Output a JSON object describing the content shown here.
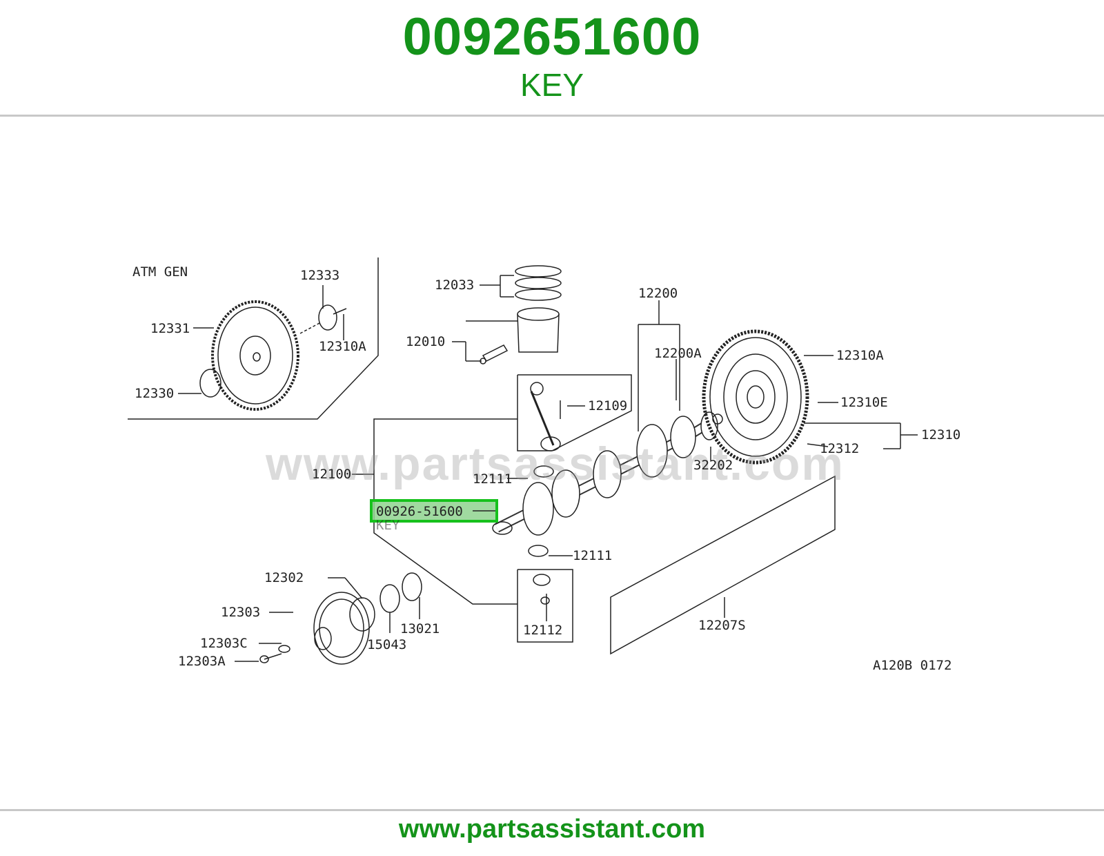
{
  "header": {
    "part_number": "0092651600",
    "part_name": "KEY"
  },
  "diagram": {
    "watermark": "www.partsassistant.com",
    "figure_code": "A120B 0172",
    "inset_title": "ATM GEN",
    "highlight": {
      "part_code": "00926-51600",
      "part_desc": "KEY",
      "color": "#16c11c"
    },
    "callouts": {
      "c12333": "12333",
      "c12331": "12331",
      "c12310A_inset": "12310A",
      "c12330": "12330",
      "c12033": "12033",
      "c12010": "12010",
      "c12200": "12200",
      "c12200A": "12200A",
      "c12310A": "12310A",
      "c12310E": "12310E",
      "c12109": "12109",
      "c12310": "12310",
      "c12312": "12312",
      "c32202": "32202",
      "c12100": "12100",
      "c12111_top": "12111",
      "c12111_bottom": "12111",
      "c12302": "12302",
      "c12303": "12303",
      "c12303C": "12303C",
      "c12303A": "12303A",
      "c15043": "15043",
      "c13021": "13021",
      "c12112": "12112",
      "c12207S": "12207S"
    }
  },
  "footer": {
    "link_text": "www.partsassistant.com"
  },
  "colors": {
    "brand_green": "#14931a",
    "highlight_green": "#16c11c",
    "divider": "#c8c8c8"
  }
}
